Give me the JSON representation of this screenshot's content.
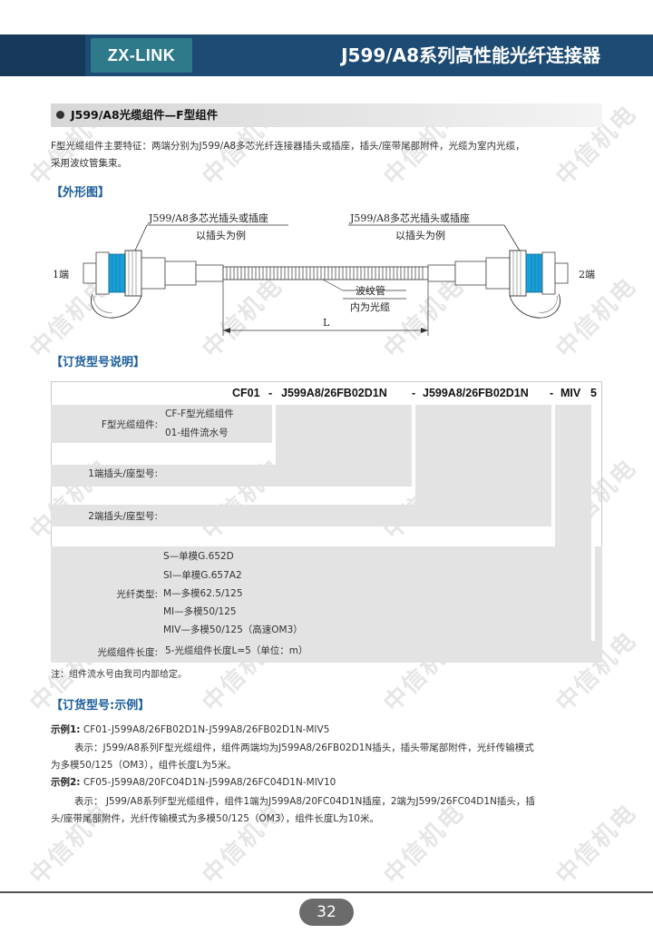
{
  "header": {
    "logo": "ZX-LINK",
    "title": "J599/A8系列高性能光纤连接器"
  },
  "watermark": "中信机电",
  "section": {
    "title": "J599/A8光缆组件—F型组件",
    "intro_line1": "F型光缆组件主要特征：两端分别为J599/A8多芯光纤连接器插头或插座，插头/座带尾部附件，光缆为室内光缆，",
    "intro_line2": "采用波纹管集束。"
  },
  "outline": {
    "heading": "【外形图】",
    "callout_left_l1": "J599/A8多芯光插头或插座",
    "callout_left_l2": "以插头为例",
    "callout_right_l1": "J599/A8多芯光插头或插座",
    "callout_right_l2": "以插头为例",
    "end1": "1端",
    "end2": "2端",
    "tube_l1": "波纹管",
    "tube_l2": "内为光缆",
    "length": "L"
  },
  "order": {
    "heading": "【订货型号说明】",
    "code_parts": [
      "CF01",
      "-",
      "J599A8/26FB02D1N",
      "-",
      "J599A8/26FB02D1N",
      "-",
      "MIV",
      "5"
    ],
    "rows": {
      "f_type_label": "F型光缆组件:",
      "f_type_v1": "CF-F型光缆组件",
      "f_type_v2": "01-组件流水号",
      "end1_label": "1端插头/座型号:",
      "end2_label": "2端插头/座型号:",
      "fiber_label": "光纤类型:",
      "fiber_options": [
        "S—单模G.652D",
        "SI—单模G.657A2",
        "M—多模62.5/125",
        "MI—多模50/125",
        "MIV—多模50/125（高速OM3）"
      ],
      "length_label": "光缆组件长度:",
      "length_value": "5-光缆组件长度L=5（单位：m）"
    },
    "note": "注：组件流水号由我司内部给定。"
  },
  "examples": {
    "heading": "【订货型号:示例】",
    "ex1_label": "示例1:",
    "ex1_code": "CF01-J599A8/26FB02D1N-J599A8/26FB02D1N-MIV5",
    "ex1_desc_l1": "表示：J599/A8系列F型光缆组件，组件两端均为J599A8/26FB02D1N插头，插头带尾部附件，光纤传输模式",
    "ex1_desc_l2": "为多模50/125（OM3），组件长度L为5米。",
    "ex2_label": "示例2:",
    "ex2_code": "CF05-J599A8/20FC04D1N-J599A8/26FC04D1N-MIV10",
    "ex2_desc_l1": "表示： J599/A8系列F型光缆组件，组件1端为J599A8/20FC04D1N插座，2端为J599/26FC04D1N插头，插",
    "ex2_desc_l2": "头/座带尾部附件，光纤传输模式为多模50/125（OM3），组件长度L为10米。"
  },
  "footer": {
    "page_number": "32"
  }
}
